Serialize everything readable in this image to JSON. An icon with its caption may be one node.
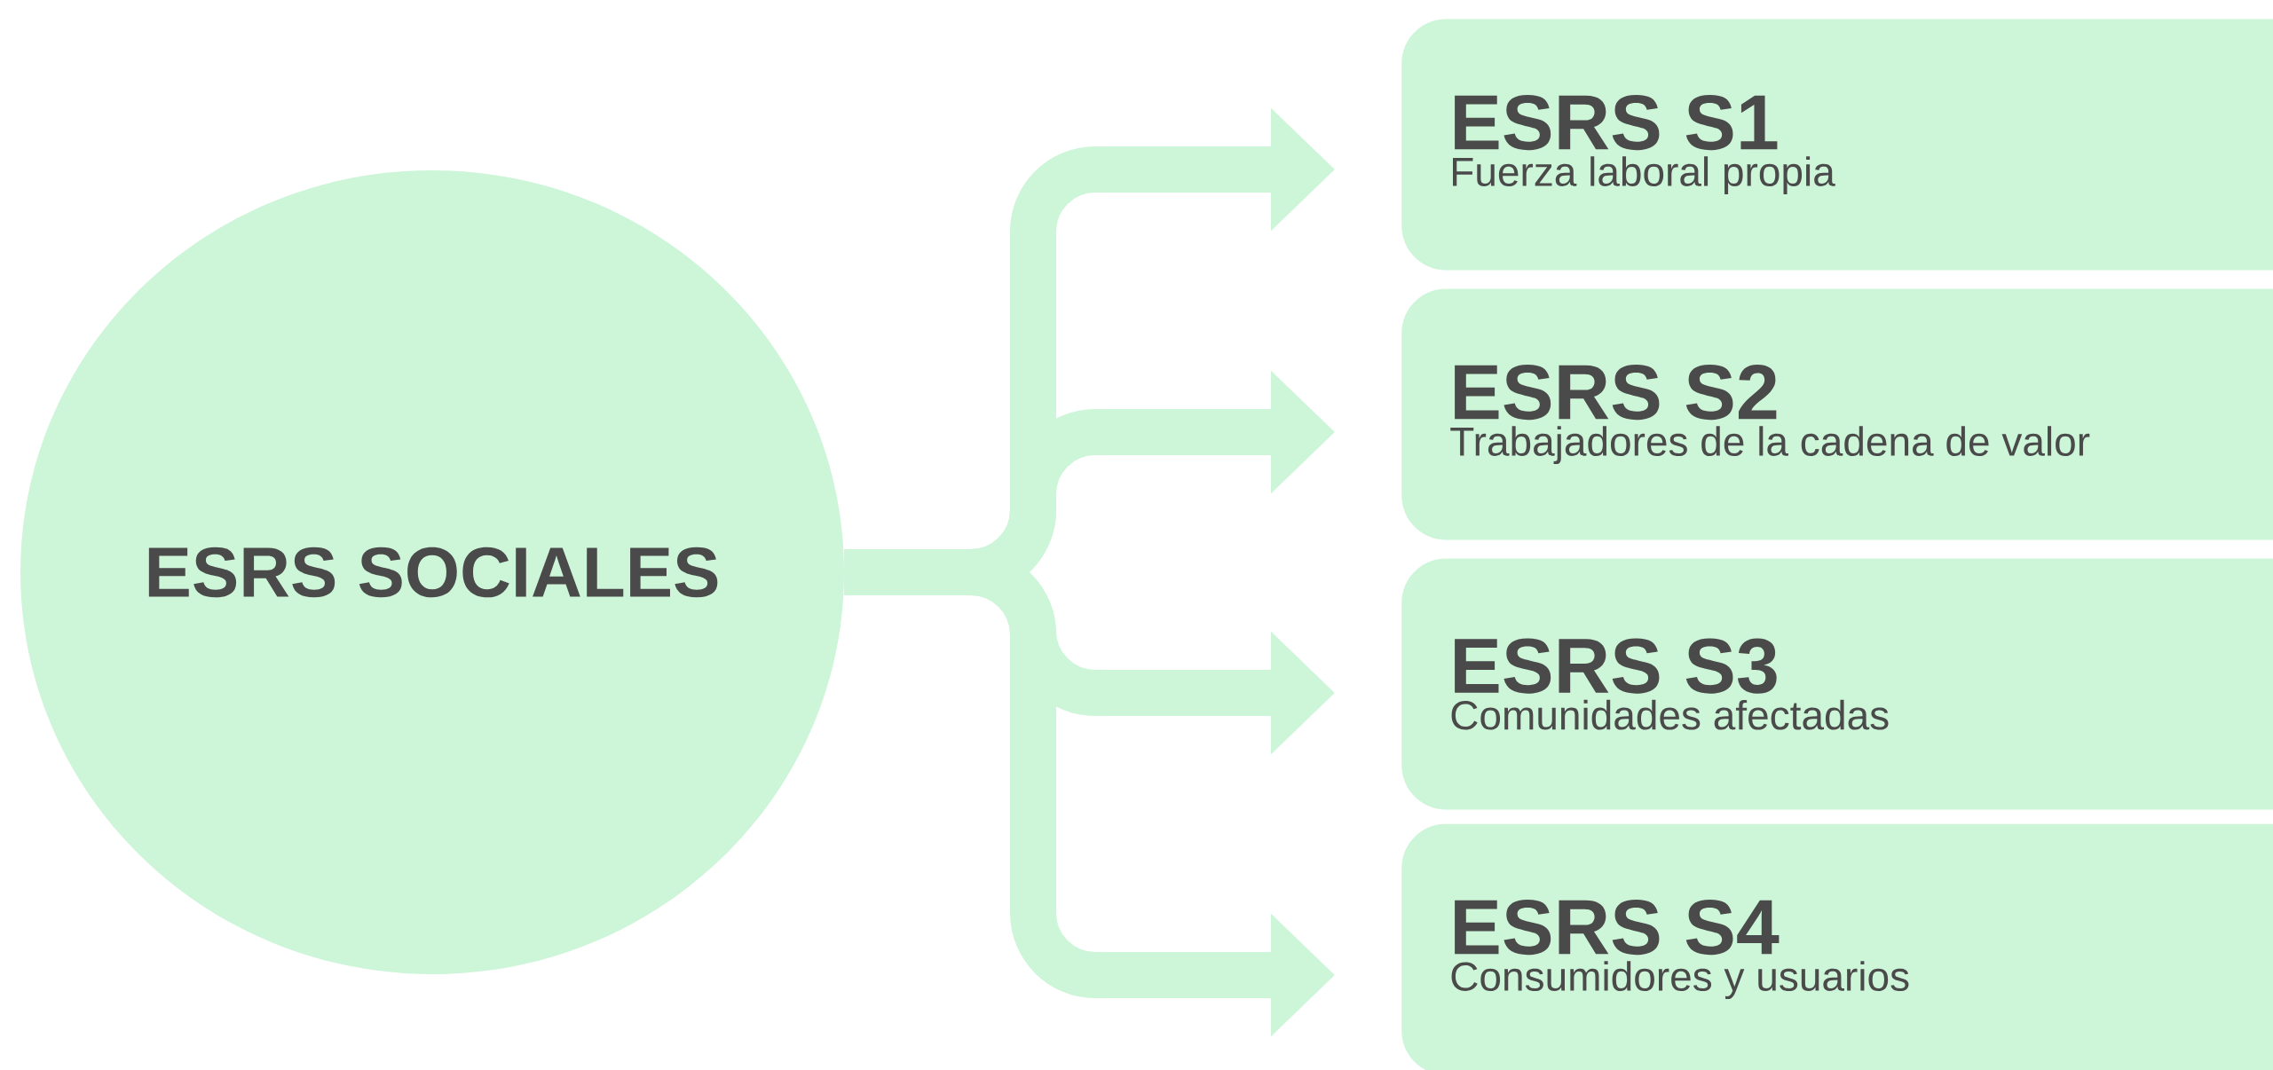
{
  "diagram": {
    "nodes": [
      {
        "text": [
          "ESRS SOCIALES"
        ]
      },
      {
        "text": [
          "ESRS S1",
          "Fuerza laboral propia"
        ]
      },
      {
        "text": [
          "ESRS S2",
          "Trabajadores de la cadena de valor"
        ]
      },
      {
        "text": [
          "ESRS S3",
          "Comunidades afectadas"
        ]
      },
      {
        "text": [
          "ESRS S4",
          "Consumidores y usuarios"
        ]
      }
    ],
    "edges": [
      {
        "from": 0,
        "to": 1,
        "arrow": "to"
      },
      {
        "from": 0,
        "to": 2,
        "arrow": "to"
      },
      {
        "from": 0,
        "to": 3,
        "arrow": "to"
      },
      {
        "from": 0,
        "to": 4,
        "arrow": "to"
      }
    ]
  }
}
